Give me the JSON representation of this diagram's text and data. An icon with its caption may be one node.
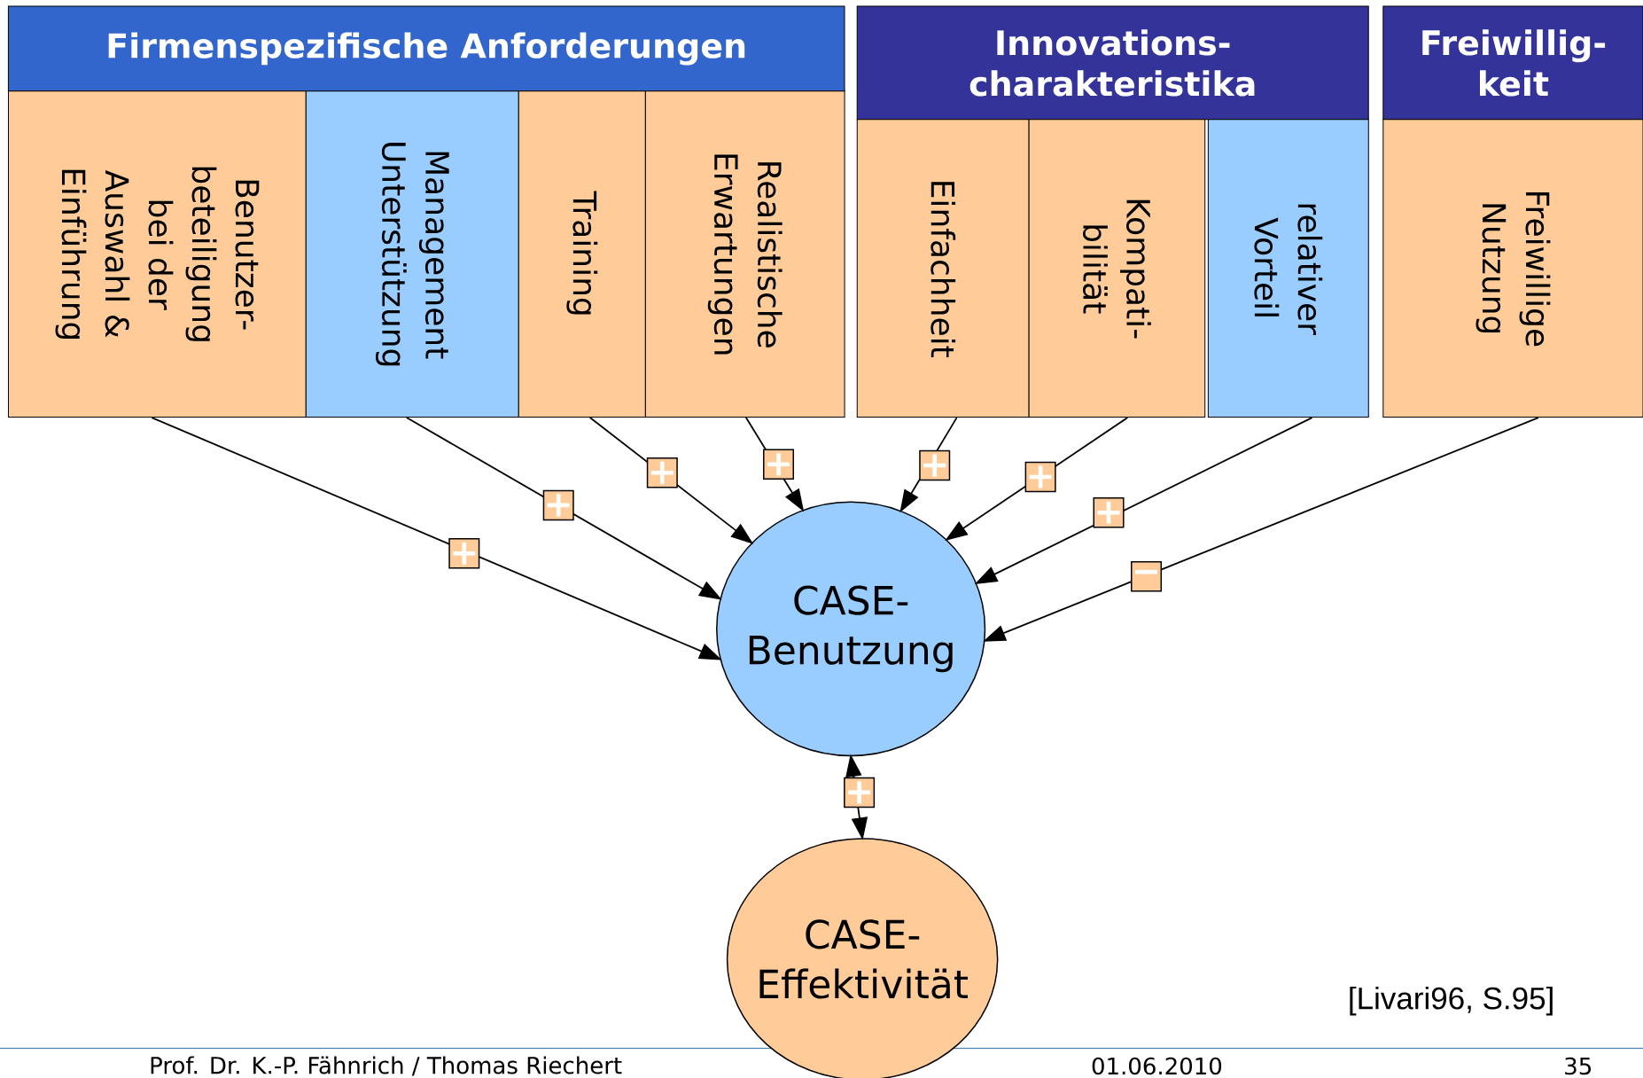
{
  "diagram": {
    "nodes": [
      {
        "text": [
          "Firmenspezifische Anforderungen"
        ]
      },
      {
        "text": [
          "Benutzer- beteiligung bei der Auswahl & Einführung"
        ]
      },
      {
        "text": [
          "Management Unterstützung"
        ]
      },
      {
        "text": [
          "Training"
        ]
      },
      {
        "text": [
          "Realistische Erwartungen"
        ]
      },
      {
        "text": [
          "Innovations- charakteristika"
        ]
      },
      {
        "text": [
          "Einfachheit"
        ]
      },
      {
        "text": [
          "Kompati- bilität"
        ]
      },
      {
        "text": [
          "relativer Vorteil"
        ]
      },
      {
        "text": [
          "Freiwillig- keit"
        ]
      },
      {
        "text": [
          "Freiwillige Nutzung"
        ]
      },
      {
        "text": [
          "CASE- Benutzung"
        ]
      },
      {
        "text": [
          "CASE- Effektivität"
        ]
      }
    ],
    "edges": [
      {
        "from": 1,
        "to": 11,
        "arrow": "to",
        "label": "+"
      },
      {
        "from": 2,
        "to": 11,
        "arrow": "to",
        "label": "+"
      },
      {
        "from": 3,
        "to": 11,
        "arrow": "to",
        "label": "+"
      },
      {
        "from": 4,
        "to": 11,
        "arrow": "to",
        "label": "+"
      },
      {
        "from": 6,
        "to": 11,
        "arrow": "to",
        "label": "+"
      },
      {
        "from": 7,
        "to": 11,
        "arrow": "to",
        "label": "+"
      },
      {
        "from": 8,
        "to": 11,
        "arrow": "to",
        "label": "+"
      },
      {
        "from": 10,
        "to": 11,
        "arrow": "to",
        "label": "−"
      },
      {
        "from": 11,
        "to": 12,
        "arrow": "both",
        "label": "+"
      }
    ],
    "labels": [
      "[Livari96, S.95]",
      "Prof. Dr. K.-P. Fähnrich / Thomas Riechert",
      "01.06.2010",
      "35"
    ]
  }
}
